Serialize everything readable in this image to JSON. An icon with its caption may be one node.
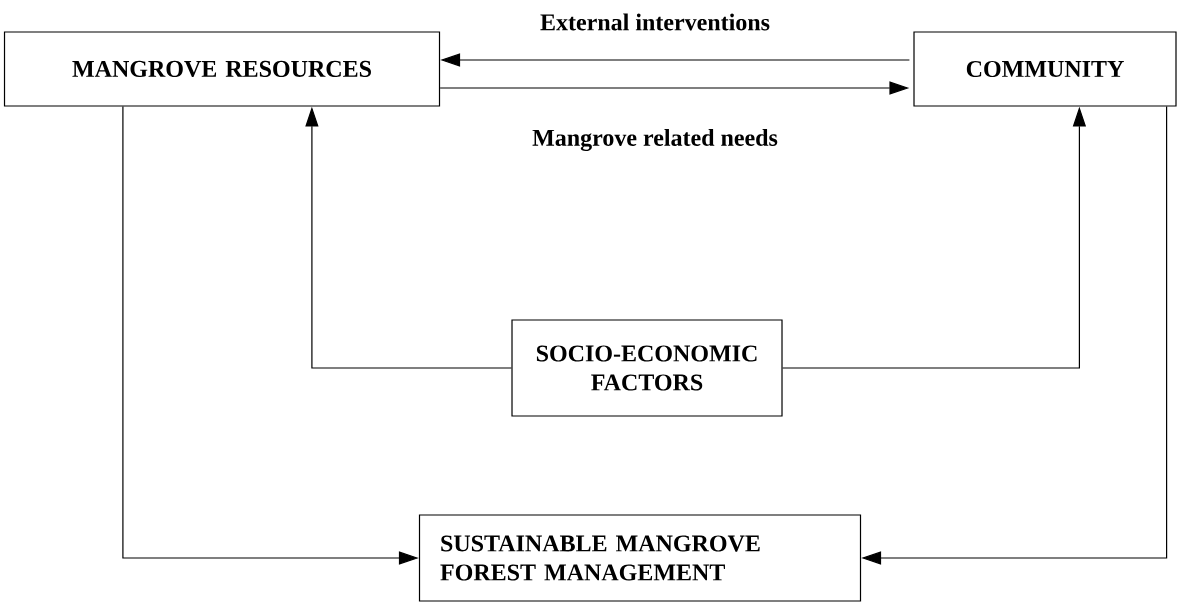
{
  "diagram": {
    "nodes": [
      {
        "text": [
          "MANGROVE RESOURCES"
        ]
      },
      {
        "text": [
          "COMMUNITY"
        ]
      },
      {
        "text": [
          "SOCIO-ECONOMIC FACTORS"
        ]
      },
      {
        "text": [
          "SUSTAINABLE MANGROVE FOREST MANAGEMENT"
        ]
      }
    ],
    "edges": [
      {
        "from": 1,
        "to": 0,
        "arrow": "to",
        "label": "External interventions"
      },
      {
        "from": 0,
        "to": 1,
        "arrow": "to",
        "label": "Mangrove related needs"
      },
      {
        "from": 2,
        "to": 0,
        "arrow": "to"
      },
      {
        "from": 2,
        "to": 1,
        "arrow": "to"
      },
      {
        "from": 0,
        "to": 3,
        "arrow": "to"
      },
      {
        "from": 1,
        "to": 3,
        "arrow": "to"
      }
    ]
  }
}
